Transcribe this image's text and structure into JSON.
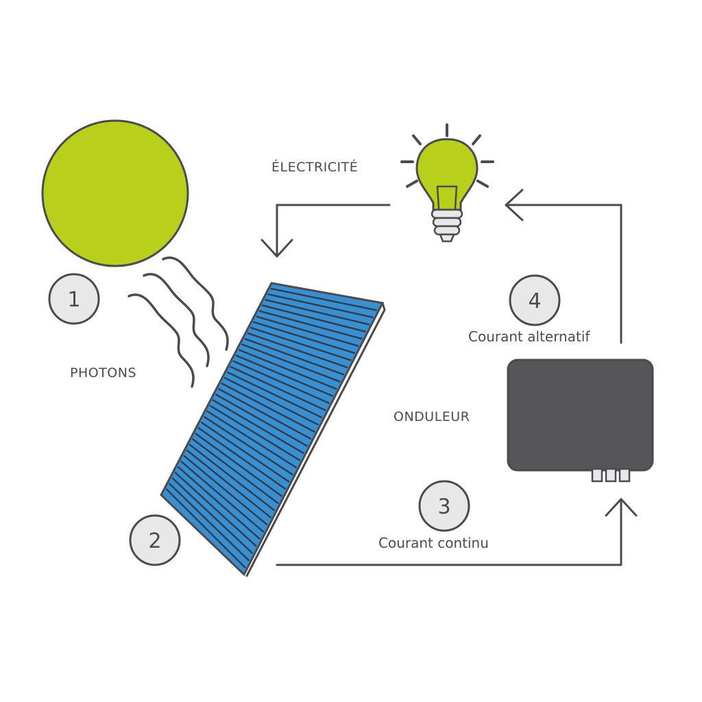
{
  "colors": {
    "sun": "#b8cf1c",
    "panel": "#3a8fd1",
    "panel_lines": "#2e3f52",
    "inverter": "#565659",
    "ink": "#4b4b4f",
    "badge_fill": "#e8e8e8"
  },
  "labels": {
    "photons": "PHOTONS",
    "electricite": "ÉLECTRICITÉ",
    "onduleur": "ONDULEUR",
    "courant_continu": "Courant continu",
    "courant_alternatif": "Courant alternatif"
  },
  "steps": [
    "1",
    "2",
    "3",
    "4"
  ],
  "icons": {
    "sun": "sun-icon",
    "waves": "photon-waves-icon",
    "panel": "solar-panel-icon",
    "inverter": "inverter-icon",
    "bulb": "light-bulb-icon"
  }
}
